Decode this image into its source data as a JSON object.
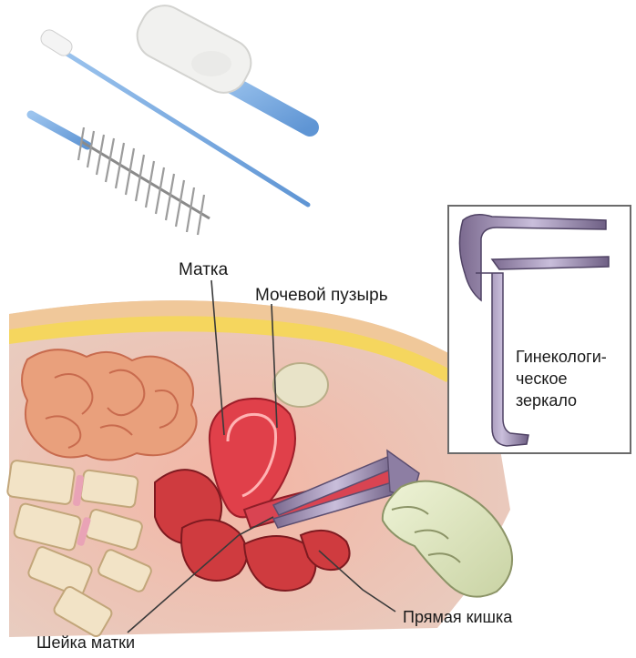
{
  "labels": {
    "uterus": "Матка",
    "bladder": "Мочевой пузырь",
    "speculum_line1": "Гинекологи-",
    "speculum_line2": "ческое",
    "speculum_line3": "зеркало",
    "cervix": "Шейка матки",
    "rectum": "Прямая кишка"
  },
  "icons": {
    "swab": "cotton-swab-icon",
    "brush": "cytobrush-icon",
    "speculum": "speculum-icon",
    "gloved_hand": "gloved-hand-icon"
  }
}
